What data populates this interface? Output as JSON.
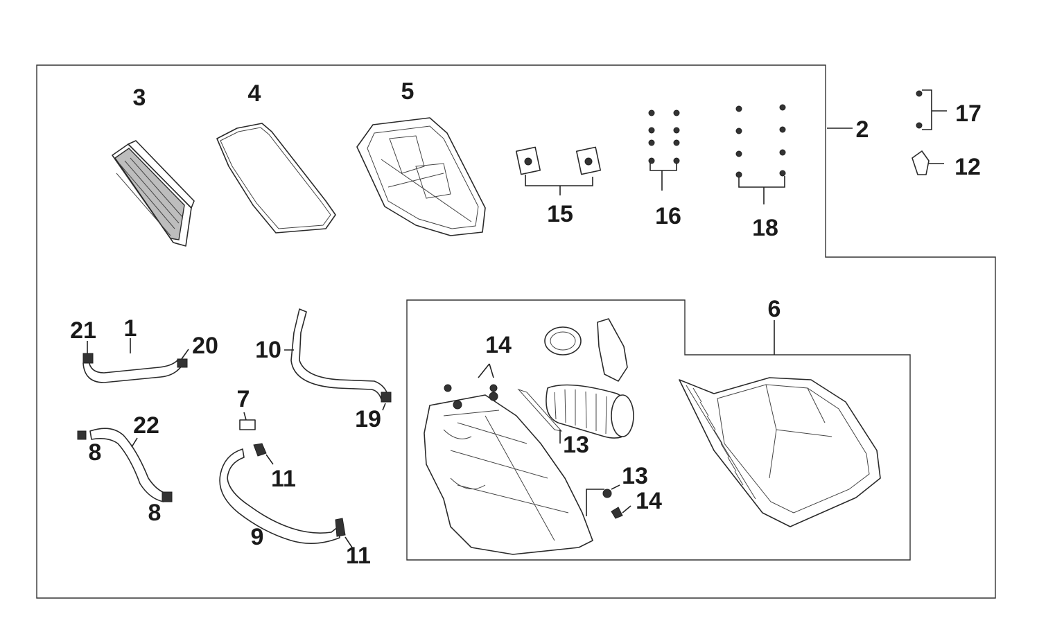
{
  "labels": {
    "l1": "1",
    "l2": "2",
    "l3": "3",
    "l4": "4",
    "l5": "5",
    "l6": "6",
    "l7": "7",
    "l8a": "8",
    "l8b": "8",
    "l9": "9",
    "l10": "10",
    "l11a": "11",
    "l11b": "11",
    "l12": "12",
    "l13a": "13",
    "l13b": "13",
    "l14a": "14",
    "l14b": "14",
    "l15": "15",
    "l16": "16",
    "l17": "17",
    "l18": "18",
    "l19": "19",
    "l20": "20",
    "l21": "21",
    "l22": "22"
  }
}
